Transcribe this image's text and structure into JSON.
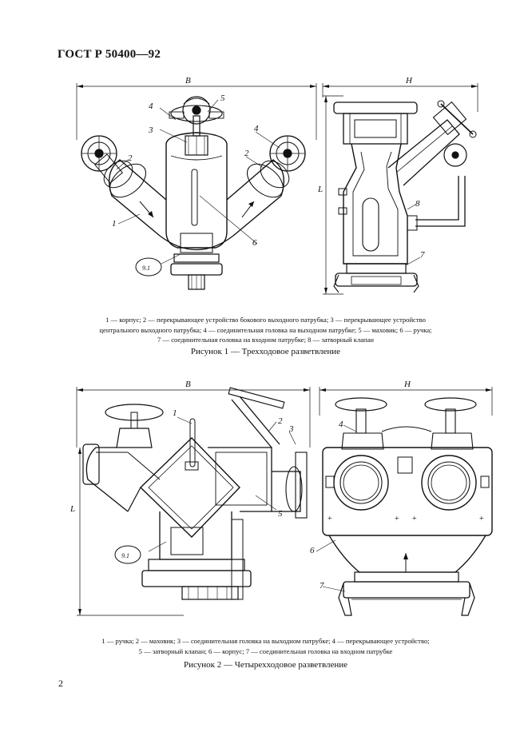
{
  "header": {
    "standard": "ГОСТ Р 50400—92"
  },
  "figure1": {
    "dim_b": "В",
    "dim_h": "Н",
    "dim_l": "L",
    "callout": "9.1",
    "part_labels": [
      "1",
      "2",
      "2",
      "3",
      "4",
      "4",
      "5",
      "6",
      "7",
      "8"
    ],
    "legend_lines": [
      "1 — корпус; 2 — перекрывающее устройство бокового выходного патрубка; 3 — перекрывающее устройство",
      "центрального выходного патрубка; 4 — соединительная головка на выходном патрубке; 5 — маховик; 6 — ручка;",
      "7 — соединительная головка на входном патрубке; 8 — затворный клапан"
    ],
    "title": "Рисунок 1 — Трехходовое разветвление"
  },
  "figure2": {
    "dim_b": "В",
    "dim_h": "Н",
    "dim_l": "L",
    "callout": "9.1",
    "part_labels": [
      "1",
      "2",
      "3",
      "4",
      "5",
      "6",
      "7"
    ],
    "legend_lines": [
      "1 — ручка; 2 — маховик; 3 — соединительная головка на выходном патрубке; 4 — перекрывающее устройство;",
      "5 — затворный клапан; 6 — корпус; 7 — соединительная головка на входном патрубке"
    ],
    "title": "Рисунок 2 — Четырехходовое разветвление"
  },
  "footer": {
    "page_number": "2"
  }
}
